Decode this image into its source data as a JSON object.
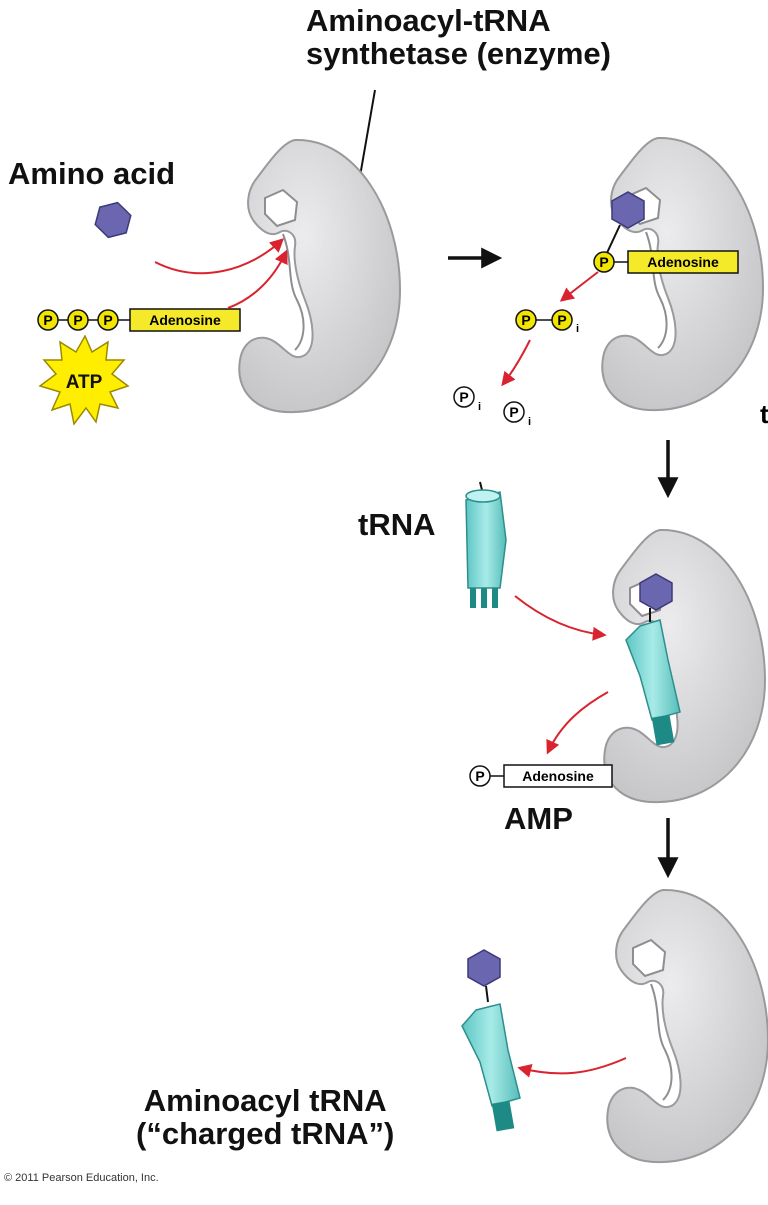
{
  "title": {
    "line1": "Aminoacyl-tRNA",
    "line2": "synthetase (enzyme)"
  },
  "labels": {
    "amino_acid": "Amino acid",
    "atp": "ATP",
    "adenosine": "Adenosine",
    "phosphate": "P",
    "inorganic_subscript": "i",
    "trna": "tRNA",
    "amp": "AMP",
    "aminoacyl_trna_line1": "Aminoacyl tRNA",
    "aminoacyl_trna_line2": "(“charged tRNA”)",
    "cut_off_letter": "t"
  },
  "copyright": "© 2011 Pearson Education, Inc.",
  "colors": {
    "enzyme_fill": "#d4d4d6",
    "enzyme_stroke": "#9a9a9c",
    "amino_acid": "#6a66b0",
    "atp_star": "#ffee00",
    "phosphate_fill": "#f2e600",
    "adenosine_fill": "#f4ea2a",
    "trna": "#7fd6d4",
    "trna_dark": "#1e8a86",
    "reaction_arrow": "#d9232e",
    "step_arrow": "#111111"
  }
}
